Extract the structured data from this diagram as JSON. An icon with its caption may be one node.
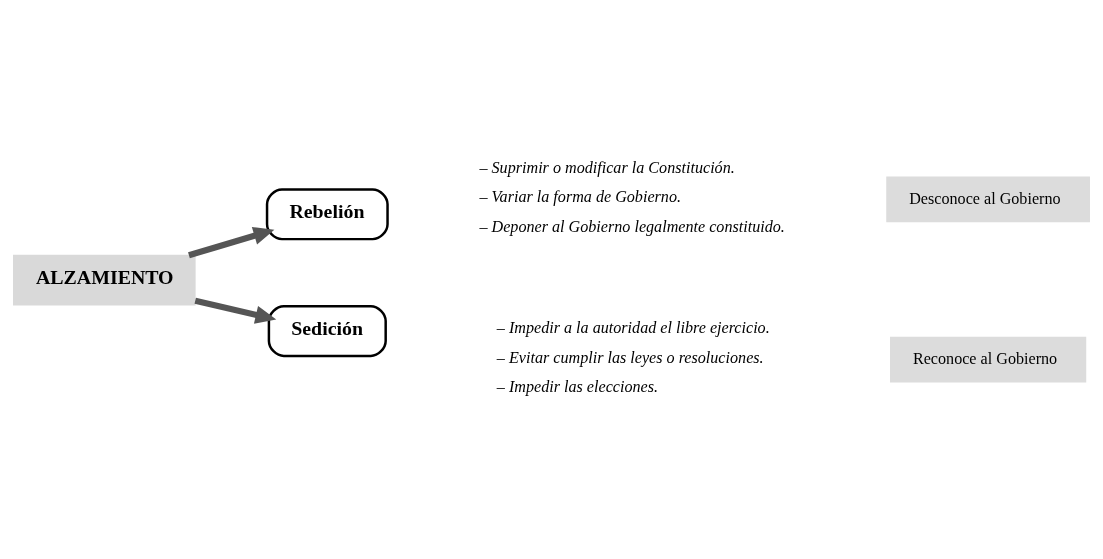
{
  "diagram": {
    "nodes": [
      {
        "text": [
          "ALZAMIENTO"
        ]
      },
      {
        "text": [
          "Rebelión"
        ],
        "beside": [
          "– Suprimir o modificar la Constitución.",
          "– Variar la forma de Gobierno.",
          "– Deponer al Gobierno legalmente constituido."
        ]
      },
      {
        "text": [
          "Sedición"
        ],
        "beside": [
          "– Impedir a la autoridad el libre ejercicio.",
          "– Evitar cumplir las leyes o resoluciones.",
          "– Impedir las elecciones."
        ]
      },
      {
        "text": [
          "Desconoce al Gobierno"
        ]
      },
      {
        "text": [
          "Reconoce al Gobierno"
        ]
      }
    ],
    "edges": [
      {
        "from": 0,
        "to": 1,
        "arrow": "to"
      },
      {
        "from": 0,
        "to": 2,
        "arrow": "to"
      }
    ]
  }
}
